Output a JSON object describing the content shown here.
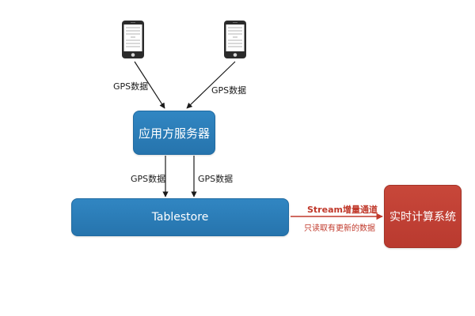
{
  "nodes": {
    "app_server": "应用方服务器",
    "tablestore": "Tablestore",
    "realtime_system": "实时计算系统"
  },
  "edges": {
    "phone_left_to_server": "GPS数据",
    "phone_right_to_server": "GPS数据",
    "server_to_tablestore_left": "GPS数据",
    "server_to_tablestore_right": "GPS数据",
    "stream_title": "Stream增量通道",
    "stream_subtitle": "只读取有更新的数据"
  },
  "colors": {
    "node_blue": "#2a7bb6",
    "node_red": "#c0412f",
    "stream_text": "#c0392b",
    "edge_black": "#1a1a1a",
    "edge_red": "#c0392b"
  },
  "icons": [
    "smartphone-icon",
    "smartphone-icon"
  ]
}
